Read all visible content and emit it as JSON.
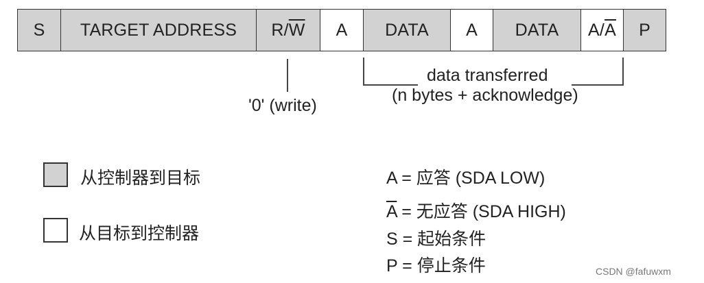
{
  "frames": [
    {
      "label": "S",
      "fill": "gray"
    },
    {
      "label": "TARGET ADDRESS",
      "fill": "gray"
    },
    {
      "label_prefix": "R/",
      "label_overline": "W",
      "fill": "gray"
    },
    {
      "label": "A",
      "fill": "white"
    },
    {
      "label": "DATA",
      "fill": "gray"
    },
    {
      "label": "A",
      "fill": "white"
    },
    {
      "label": "DATA",
      "fill": "gray"
    },
    {
      "label_prefix": "A/",
      "label_overline": "A",
      "fill": "white"
    },
    {
      "label": "P",
      "fill": "gray"
    }
  ],
  "annotations": {
    "write_note": "'0' (write)",
    "data_transferred": "data transferred",
    "data_transferred_detail": "(n bytes + acknowledge)"
  },
  "legend": {
    "controller_to_target": "从控制器到目标",
    "target_to_controller": "从目标到控制器"
  },
  "definitions": {
    "ack": "A = 应答 (SDA LOW)",
    "nack_symbol": "A",
    "nack_text": " = 无应答 (SDA HIGH)",
    "start": "S = 起始条件",
    "stop": "P = 停止条件"
  },
  "colors": {
    "gray_fill": "#d2d2d2",
    "white_fill": "#ffffff",
    "border": "#333333"
  },
  "watermark": "CSDN @fafuwxm"
}
